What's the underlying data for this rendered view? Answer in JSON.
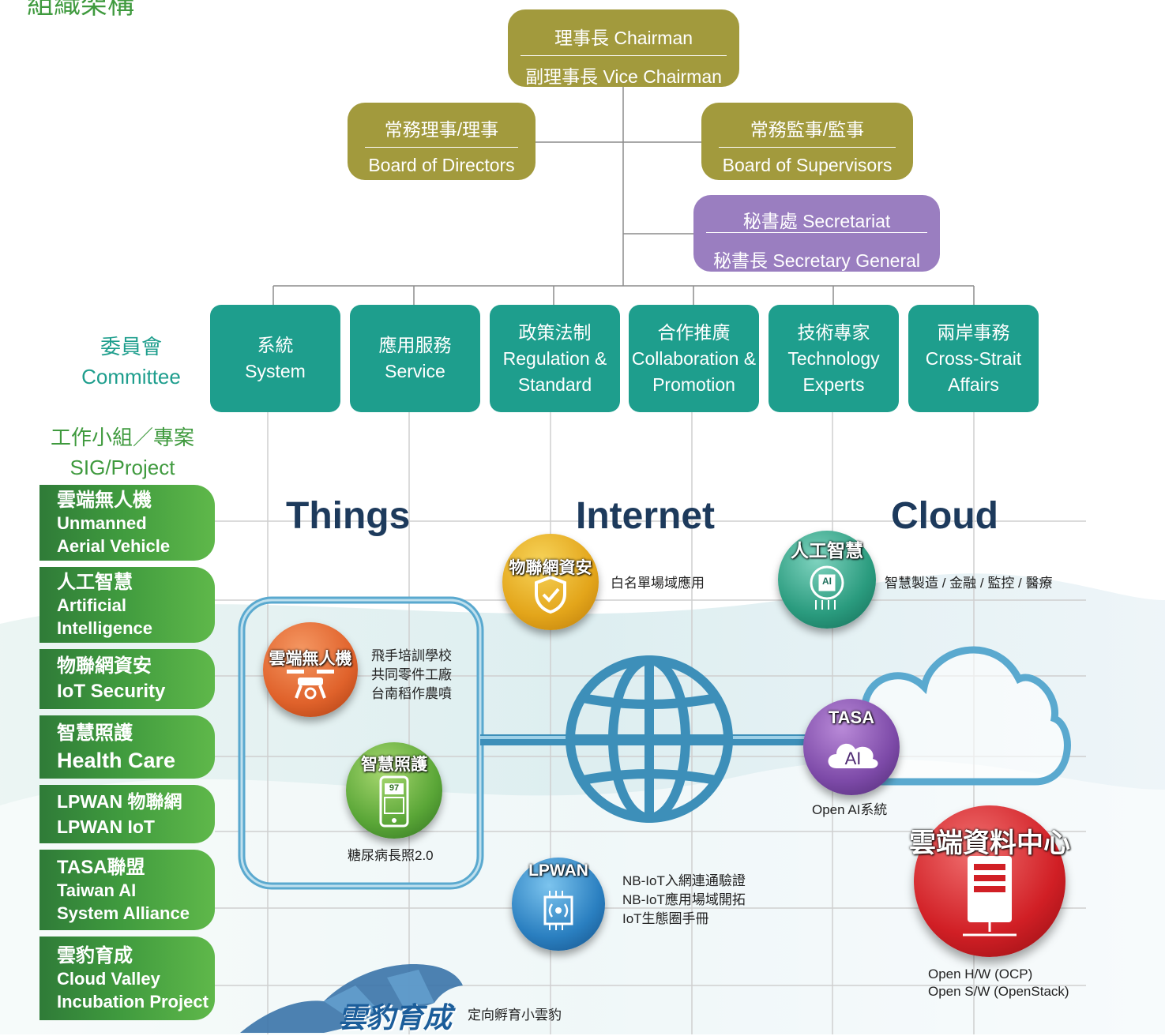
{
  "org": {
    "heading_partial": "組織架構",
    "chairman": "理事長 Chairman",
    "vice_chairman": "副理事長 Vice Chairman",
    "directors_cn": "常務理事/理事",
    "directors_en": "Board of Directors",
    "supervisors_cn": "常務監事/監事",
    "supervisors_en": "Board of Supervisors",
    "secretariat": "秘書處 Secretariat",
    "secretary_general": "秘書長 Secretary General"
  },
  "committee": {
    "label_cn": "委員會",
    "label_en": "Committee",
    "items": [
      {
        "cn": "系統",
        "en1": "System",
        "en2": ""
      },
      {
        "cn": "應用服務",
        "en1": "Service",
        "en2": ""
      },
      {
        "cn": "政策法制",
        "en1": "Regulation &",
        "en2": "Standard"
      },
      {
        "cn": "合作推廣",
        "en1": "Collaboration &",
        "en2": "Promotion"
      },
      {
        "cn": "技術專家",
        "en1": "Technology",
        "en2": "Experts"
      },
      {
        "cn": "兩岸事務",
        "en1": "Cross-Strait",
        "en2": "Affairs"
      }
    ]
  },
  "sig": {
    "label_cn": "工作小組／專案",
    "label_en": "SIG/Project",
    "items": [
      {
        "l1": "雲端無人機",
        "l2": "Unmanned",
        "l3": "Aerial Vehicle"
      },
      {
        "l1": "人工智慧",
        "l2": "Artificial",
        "l3": "Intelligence"
      },
      {
        "l1": "物聯網資安",
        "l2": "IoT Security",
        "l3": ""
      },
      {
        "l1": "智慧照護",
        "l2": "Health Care",
        "l3": ""
      },
      {
        "l1": "LPWAN 物聯網",
        "l2": "LPWAN IoT",
        "l3": ""
      },
      {
        "l1": "TASA聯盟",
        "l2": "Taiwan AI",
        "l3": "System Alliance"
      },
      {
        "l1": "雲豹育成",
        "l2": "Cloud Valley",
        "l3": "Incubation Project"
      }
    ]
  },
  "headings": {
    "things": "Things",
    "internet": "Internet",
    "cloud": "Cloud"
  },
  "badges": {
    "iot_security": "物聯網資安",
    "ai": "人工智慧",
    "ai_chip": "AI",
    "drone": "雲端無人機",
    "health": "智慧照護",
    "phone_reading": "97",
    "tasa": "TASA",
    "tasa_ai": "AI",
    "lpwan": "LPWAN",
    "datacenter": "雲端資料中心",
    "leopard": "雲豹育成"
  },
  "notes": {
    "iot_security": "白名單場域應用",
    "ai": "智慧製造 / 金融 / 監控 / 醫療",
    "drone": [
      "飛手培訓學校",
      "共同零件工廠",
      "台南稻作農噴"
    ],
    "health": "糖尿病長照2.0",
    "tasa": "Open AI系統",
    "lpwan": [
      "NB-IoT入網連通驗證",
      "NB-IoT應用場域開拓",
      "IoT生態圈手冊"
    ],
    "datacenter": [
      "Open H/W (OCP)",
      "Open S/W (OpenStack)"
    ],
    "leopard": "定向孵育小雲豹"
  },
  "colors": {
    "olive": "#a29a3d",
    "purple": "#9a7ec0",
    "teal": "#1e9e8d",
    "green": "#3f9a3e",
    "navy": "#1d3a5c"
  }
}
